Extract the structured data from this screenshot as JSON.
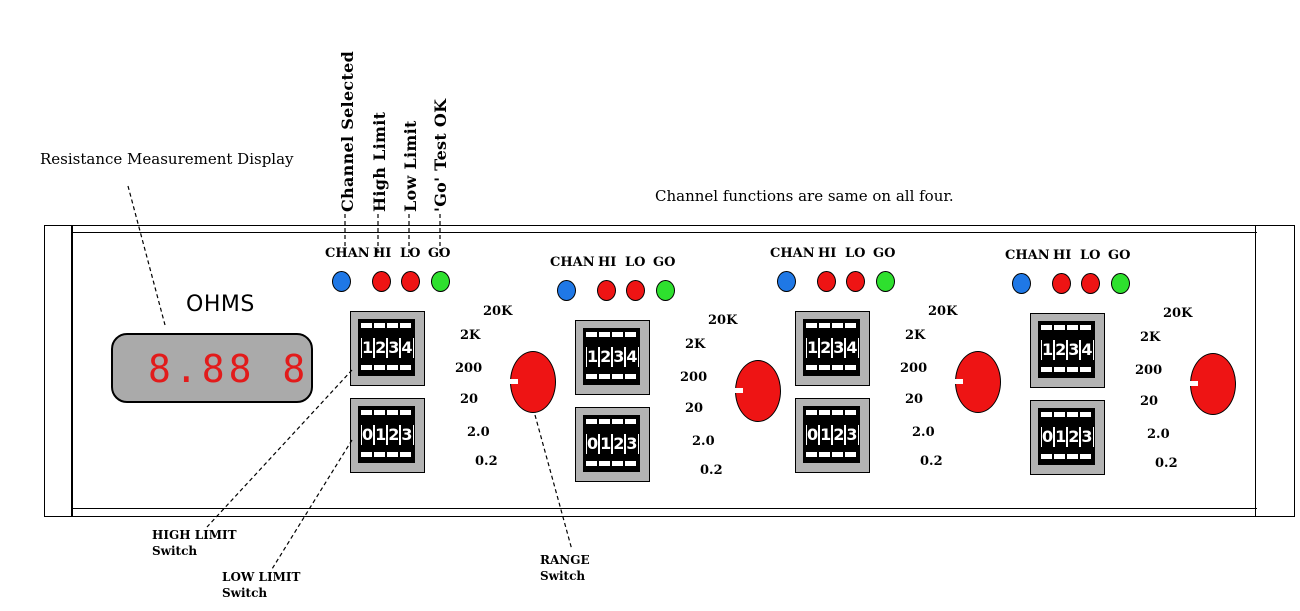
{
  "callouts": {
    "display": "Resistance Measurement Display",
    "chan_selected": "Channel Selected",
    "high_limit": "High Limit",
    "low_limit": "Low Limit",
    "go_ok": "'Go' Test OK",
    "same_note": "Channel functions are same  on all four.",
    "high_switch_1": "HIGH LIMIT",
    "high_switch_2": "Switch",
    "low_switch_1": "LOW LIMIT",
    "low_switch_2": "Switch",
    "range_switch_1": "RANGE",
    "range_switch_2": "Switch"
  },
  "meter": {
    "units": "OHMS",
    "reading": "8.88 8"
  },
  "led_labels": [
    "CHAN",
    "HI",
    "LO",
    "GO"
  ],
  "led_colors": {
    "chan": "#1f78e6",
    "hi": "#ee1414",
    "lo": "#ee1414",
    "go": "#2ee02e"
  },
  "high_digits": [
    "1",
    "2",
    "3",
    "4"
  ],
  "low_digits": [
    "0",
    "1",
    "2",
    "3"
  ],
  "range_labels": [
    "20K",
    "2K",
    "200",
    "20",
    "2.0",
    "0.2"
  ],
  "channel_count": 4
}
